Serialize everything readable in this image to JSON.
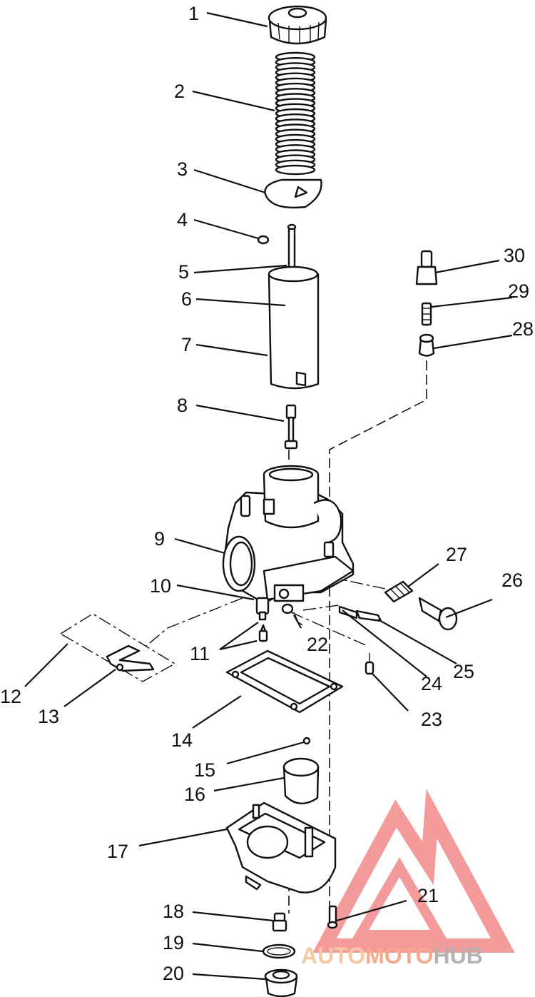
{
  "parts": [
    {
      "number": "1"
    },
    {
      "number": "2"
    },
    {
      "number": "3"
    },
    {
      "number": "4"
    },
    {
      "number": "5"
    },
    {
      "number": "6"
    },
    {
      "number": "7"
    },
    {
      "number": "8"
    },
    {
      "number": "9"
    },
    {
      "number": "10"
    },
    {
      "number": "11"
    },
    {
      "number": "12"
    },
    {
      "number": "13"
    },
    {
      "number": "14"
    },
    {
      "number": "15"
    },
    {
      "number": "16"
    },
    {
      "number": "17"
    },
    {
      "number": "18"
    },
    {
      "number": "19"
    },
    {
      "number": "20"
    },
    {
      "number": "21"
    },
    {
      "number": "22"
    },
    {
      "number": "23"
    },
    {
      "number": "24"
    },
    {
      "number": "25"
    },
    {
      "number": "26"
    },
    {
      "number": "27"
    },
    {
      "number": "28"
    },
    {
      "number": "29"
    },
    {
      "number": "30"
    }
  ],
  "watermark": {
    "segments": [
      {
        "text": "AUTO",
        "color": "#f5c9a6"
      },
      {
        "text": "MOTO",
        "color": "#f7a98e"
      },
      {
        "text": "HUB",
        "color": "#b3b3b3"
      }
    ],
    "logo_color": "#f28a8a"
  }
}
